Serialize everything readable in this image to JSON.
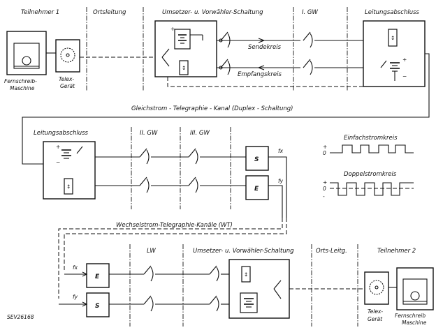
{
  "row1": {
    "teilnehmer1": "Teilnehmer 1",
    "ortsleitung": "Ortsleitung",
    "umsetzer": "Umsetzer- u. Vorwähler-Schaltung",
    "gw1": "I. GW",
    "leitungsabschluss": "Leitungsabschluss",
    "sendekreis": "Sendekreis",
    "empfangskreis": "Empfangskreis",
    "fernschreib1": "Fernschreib-",
    "maschine1": "Maschine",
    "telex1": "Telex-",
    "geraet1": "Gerät"
  },
  "gleichstrom_label": "Gleichstrom - Telegraphie - Kanal (Duplex - Schaltung)",
  "row2": {
    "leitungsabschluss": "Leitungsabschluss",
    "gw2": "II. GW",
    "gw3": "III. GW",
    "s_box": "S",
    "e_box": "E",
    "fx": "fx",
    "fy": "fy",
    "einfachstrom": "Einfachstromkreis",
    "doppelstrom": "Doppelstromkreis",
    "plus1": "+",
    "zero1": "0",
    "plus2": "+",
    "zero2": "0",
    "minus2": "-"
  },
  "wechselstrom_label": "Wechselstrom-Telegraphie-Kanäle (WT)",
  "row3": {
    "lw": "LW",
    "umsetzer": "Umsetzer- u. Vorwähler-Schaltung",
    "ortsleitg": "Orts-Leitg.",
    "teilnehmer2": "Teilnehmer 2",
    "e_box": "E",
    "s_box": "S",
    "fx": "fx",
    "fy": "fy",
    "telex2": "Telex-",
    "geraet2": "Gerät",
    "fernschreib2": "Fernschreib",
    "maschine2": "Maschine",
    "code": "SEV26168"
  }
}
